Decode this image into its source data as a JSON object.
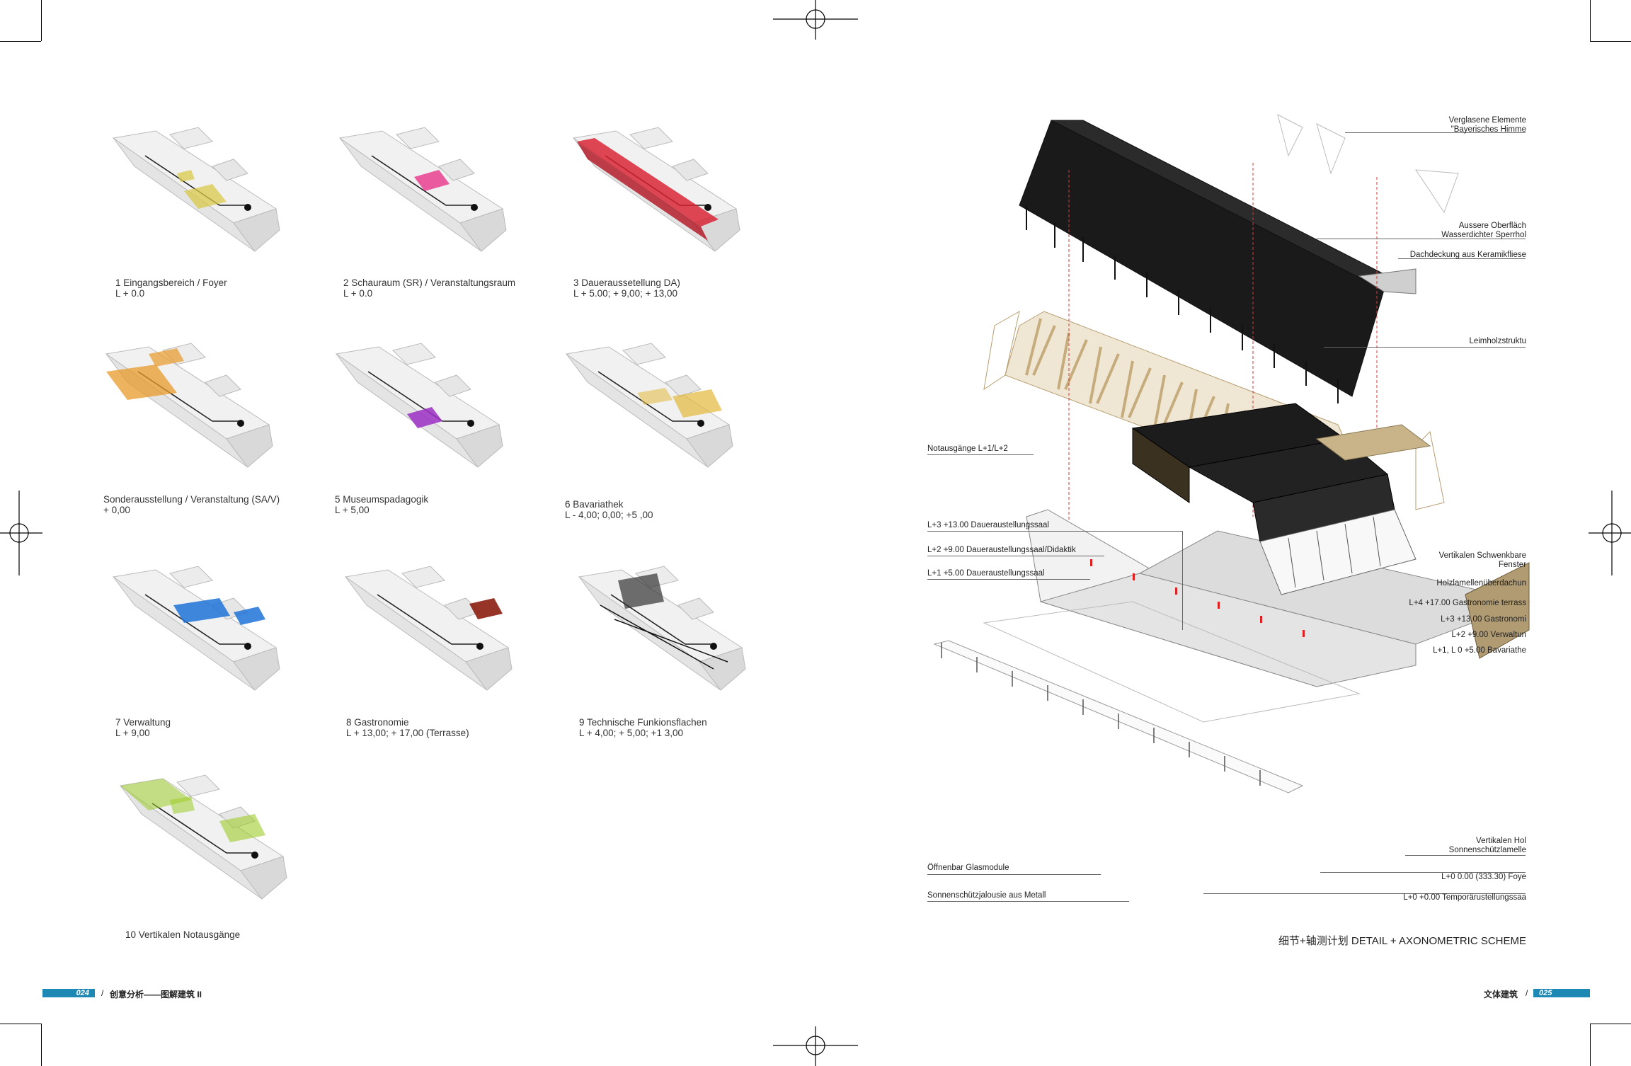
{
  "left_page": {
    "diagrams": [
      {
        "title": "1 Eingangsbereich / Foyer",
        "level": "L + 0.0",
        "color": "#d8c84a"
      },
      {
        "title": "2 Schauraum (SR) / Veranstaltungsraum",
        "level": "L + 0.0",
        "color": "#e8358a"
      },
      {
        "title": "3 Daueraussetellung  DA)",
        "level": "L + 5.00; + 9,00; + 13,00",
        "color": "#d81e2e"
      },
      {
        "title": "Sonderausstellung / Veranstaltung (SA/V)",
        "level": "+ 0,00",
        "color": "#e89a2a"
      },
      {
        "title": "5 Museumspadagogik",
        "level": "L + 5,00",
        "color": "#9b2fc6"
      },
      {
        "title": "6 Bavariathek",
        "level": "L - 4,00; 0,00; +5 ,00",
        "color": "#e2b83a"
      },
      {
        "title": "7 Verwaltung",
        "level": "L + 9,00",
        "color": "#1e73d8"
      },
      {
        "title": "8 Gastronomie",
        "level": "L + 13,00; + 17,00 (Terrasse)",
        "color": "#8a1e10"
      },
      {
        "title": "9 Technische Funkionsflachen",
        "level": "L + 4,00; + 5,00; +1 3,00",
        "color": "#333333"
      },
      {
        "title": "10 Vertikalen Notausgänge",
        "level": "",
        "color": "#9ccc2a"
      }
    ],
    "footer": {
      "page_number": "024",
      "slash": "/",
      "text": "创意分析——图解建筑 II"
    }
  },
  "right_page": {
    "labels_right": [
      {
        "key": "verglast",
        "text": "Verglasene Elemente\n\"Bayerisches Himme"
      },
      {
        "key": "aussere",
        "text": "Aussere Oberfläch\nWasserdichter Sperrhol"
      },
      {
        "key": "dach",
        "text": "Dachdeckung aus Keramikfliese"
      },
      {
        "key": "leimholz",
        "text": "Leimholzstruktu"
      },
      {
        "key": "schwenk",
        "text": "Vertikalen Schwenkbare\nFenster"
      },
      {
        "key": "holzlamellen",
        "text": "Holzlamellenüberdachun"
      },
      {
        "key": "l4",
        "text": "L+4 +17.00 Gastronomie terrass"
      },
      {
        "key": "l3g",
        "text": "L+3 +13.00 Gastronomi"
      },
      {
        "key": "l2v",
        "text": "L+2 +9.00 Verwaltun"
      },
      {
        "key": "l1b",
        "text": "L+1, L 0  +5.00 Bavariathe"
      },
      {
        "key": "sonnen",
        "text": "Vertikalen Hol\nSonnenschützlamelle"
      },
      {
        "key": "foyer",
        "text": "L+0 0.00 (333.30) Foye"
      },
      {
        "key": "temp",
        "text": "L+0 +0.00 Temporärustellungssaa"
      }
    ],
    "labels_left": [
      {
        "key": "notaus",
        "text": "Notausgänge L+1/L+2"
      },
      {
        "key": "l3d",
        "text": "L+3 +13.00 Daueraustellungssaal"
      },
      {
        "key": "l2d",
        "text": "L+2 +9.00 Daueraustellungssaal/Didaktik"
      },
      {
        "key": "l1d",
        "text": "L+1 +5.00 Daueraustellungssaal"
      },
      {
        "key": "glas",
        "text": "Öffnenbar Glasmodule"
      },
      {
        "key": "jalousie",
        "text": "Sonnenschützjalousie aus Metall"
      }
    ],
    "section_title": "细节+轴测计划 DETAIL + AXONOMETRIC SCHEME",
    "footer": {
      "text": "文体建筑",
      "slash": "/",
      "page_number": "025"
    }
  }
}
